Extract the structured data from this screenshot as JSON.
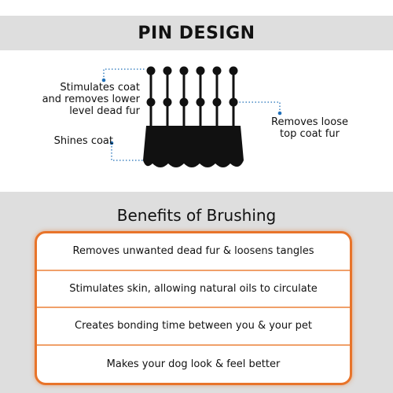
{
  "pin_design": {
    "title": "PIN DESIGN",
    "callouts": {
      "stimulates": [
        "Stimulates coat",
        "and removes lower",
        "level dead fur"
      ],
      "shines": "Shines coat",
      "removes": [
        "Removes loose",
        "top coat fur"
      ]
    }
  },
  "benefits": {
    "title": "Benefits of Brushing",
    "items": [
      "Removes unwanted dead fur & loosens tangles",
      "Stimulates skin, allowing natural oils to circulate",
      "Creates bonding time between you & your pet",
      "Makes your dog look & feel better"
    ]
  },
  "colors": {
    "accent_orange": "#e8742a",
    "dot_blue": "#1f6fb8",
    "band_gray": "#dedede"
  }
}
